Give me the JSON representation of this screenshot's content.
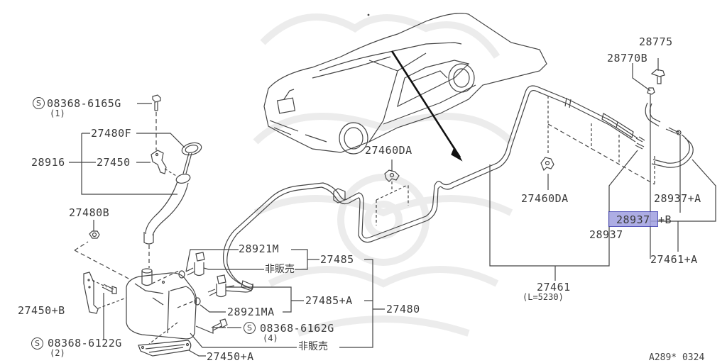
{
  "diagram": {
    "title": "Windshield washer tank and hose assembly",
    "figure_code": "A289* 0324",
    "watermark_color": "#ececec",
    "line_color": "#444444",
    "highlight": {
      "part": "28937",
      "fill": "#9f9fe0",
      "border": "#3b3bb0"
    }
  },
  "labels": {
    "bolt_top": {
      "part": "08368-6165G",
      "qty": "(1)",
      "prefix": "S"
    },
    "cap": "27480F",
    "bracket_group": "28916",
    "bracket": "27450",
    "grommet": "27480B",
    "bracket_b": "27450+B",
    "bolt_bottom": {
      "part": "08368-6122G",
      "qty": "(2)",
      "prefix": "S"
    },
    "pump_m": "28921M",
    "not_sold_1": "非販売",
    "pump_group": "27485",
    "pump_group_a": "27485+A",
    "pump_ma": "28921MA",
    "tank_assy": "27480",
    "bolt_mid": {
      "part": "08368-6162G",
      "qty": "(4)",
      "prefix": "S"
    },
    "not_sold_2": "非販売",
    "bracket_a": "27450+A",
    "clip_center": "27460DA",
    "clip_right": "27460DA",
    "nozzle": "28775",
    "nozzle_nut": "28770B",
    "check_valve_a": "28937+A",
    "check_valve_b_num": "28937",
    "check_valve_b_suffix": "+B",
    "check_valve": "28937",
    "hose_a": "27461+A",
    "hose": "27461",
    "hose_length": "(L=5230)"
  }
}
